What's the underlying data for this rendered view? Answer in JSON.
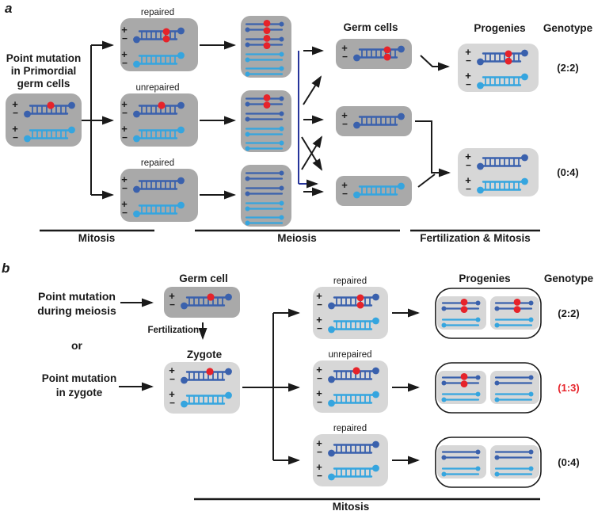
{
  "colors": {
    "dark_gray": "#a9a9a9",
    "light_gray": "#d7d7d7",
    "dna_dark_blue": "#3a61ad",
    "dna_light_blue": "#35a5df",
    "mutation_red": "#e6232a",
    "connector_navy": "#26349b",
    "text_black": "#1a1a1a",
    "genotype_highlight_red": "#e6232a"
  },
  "glyphs": {
    "plus": "+",
    "minus": "−"
  },
  "panel_a": {
    "label": "a",
    "intro_lines": [
      "Point mutation",
      "in Primordial",
      "germ cells"
    ],
    "mitosis_branch_labels": [
      "repaired",
      "unrepaired",
      "repaired"
    ],
    "germ_cells_title": "Germ cells",
    "progenies_title": "Progenies",
    "genotype_title": "Genotype",
    "genotypes": [
      "(2:2)",
      "(0:4)"
    ],
    "phase_labels": [
      "Mitosis",
      "Meiosis",
      "Fertilization & Mitosis"
    ]
  },
  "panel_b": {
    "label": "b",
    "source_top_lines": [
      "Point mutation",
      "during meiosis"
    ],
    "or_label": "or",
    "source_bottom_lines": [
      "Point mutation",
      "in zygote"
    ],
    "germ_cell_title": "Germ cell",
    "fertilization_label": "Fertilization",
    "zygote_title": "Zygote",
    "repair_branch_labels": [
      "repaired",
      "unrepaired",
      "repaired"
    ],
    "progenies_title": "Progenies",
    "genotype_title": "Genotype",
    "genotypes": [
      "(2:2)",
      "(1:3)",
      "(0:4)"
    ],
    "phase_label": "Mitosis"
  }
}
